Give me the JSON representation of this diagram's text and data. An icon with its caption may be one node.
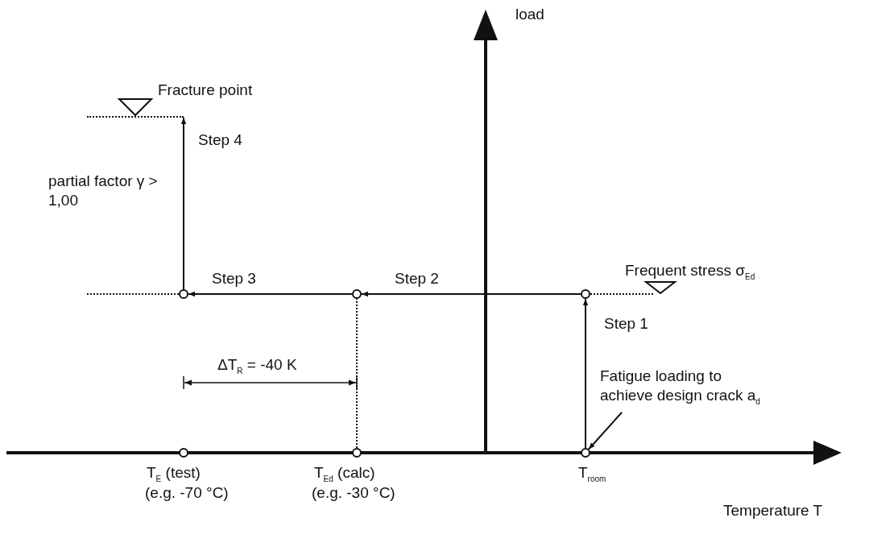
{
  "diagram": {
    "nodes": [
      {
        "text": [],
        "shape": "circle",
        "beside": [
          "T$_{E}$ (test)",
          "(e.g. -70 °C)"
        ]
      },
      {
        "text": [],
        "shape": "circle",
        "beside": [
          "T$_{Ed}$ (calc)",
          "(e.g. -30 °C)"
        ]
      },
      {
        "text": [],
        "shape": "circle",
        "beside": [
          "T$_{room}$"
        ]
      },
      {
        "text": [],
        "shape": "circle",
        "beside": [
          "Frequent stress σ$_{Ed}$"
        ]
      },
      {
        "text": [],
        "shape": "circle"
      },
      {
        "text": [],
        "shape": "circle"
      },
      {
        "text": [],
        "shape": "line",
        "beside": [
          "Fracture point"
        ]
      },
      {
        "text": [
          "Fatigue loading to achieve design crack a$_{d}$"
        ]
      }
    ],
    "edges": [
      {
        "from": 2,
        "to": 3,
        "arrow": "to",
        "label": "Step 1"
      },
      {
        "from": 3,
        "to": 5,
        "arrow": "to",
        "label": "Step 2"
      },
      {
        "from": 5,
        "to": 4,
        "arrow": "to",
        "label": "Step 3"
      },
      {
        "from": 4,
        "to": 6,
        "arrow": "to",
        "label": "Step 4"
      },
      {
        "from": 7,
        "to": 2,
        "arrow": "to"
      },
      {
        "from": 1,
        "to": 5,
        "arrow": "none",
        "style": "dashed"
      }
    ],
    "labels": [
      "load",
      "partial factor γ > 1,00",
      "ΔT$_{R}$ = -40 K",
      "Temperature T"
    ]
  }
}
